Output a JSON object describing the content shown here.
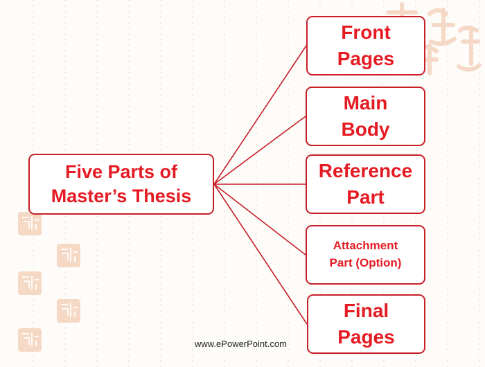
{
  "diagram": {
    "root": {
      "line1": "Five Parts of",
      "line2": "Master’s Thesis"
    },
    "parts": [
      {
        "line1": "Front",
        "line2": "Pages"
      },
      {
        "line1": "Main",
        "line2": "Body"
      },
      {
        "line1": "Reference",
        "line2": "Part"
      },
      {
        "line1": "Attachment",
        "line2": "Part (Option)"
      },
      {
        "line1": "Final",
        "line2": "Pages"
      }
    ]
  },
  "footer": {
    "website": "www.ePowerPoint.com"
  },
  "colors": {
    "accent": "#e41b23",
    "border": "#c81e28",
    "stamp": "#f1c3a4"
  }
}
